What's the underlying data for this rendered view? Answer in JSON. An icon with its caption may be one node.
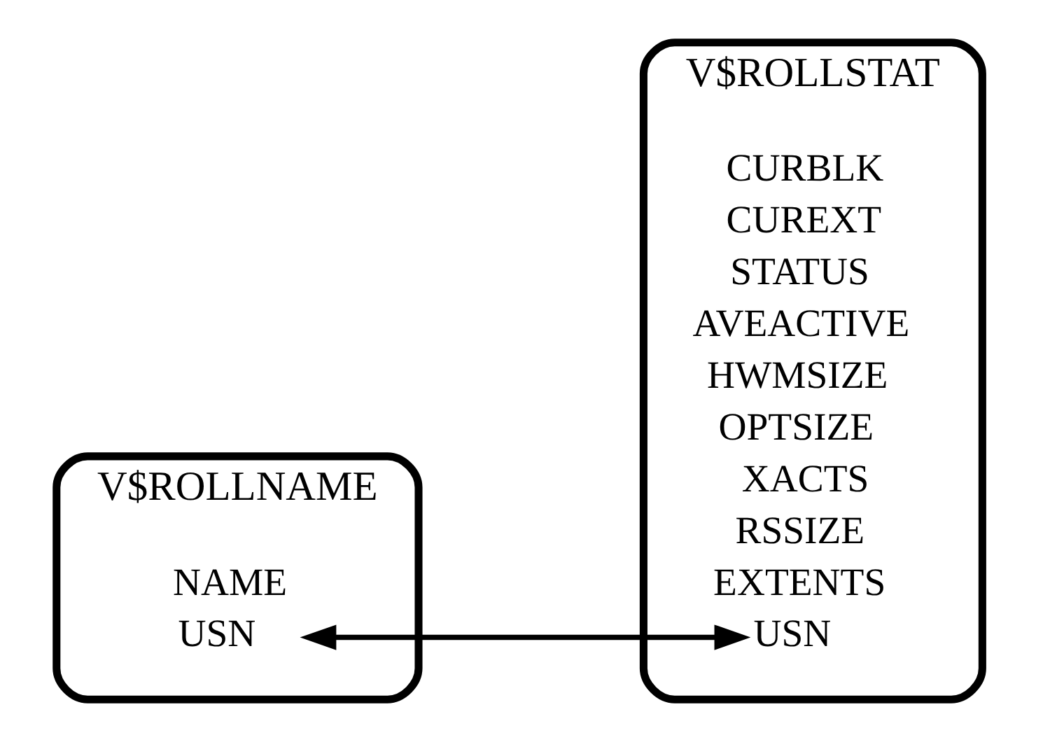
{
  "diagram": {
    "nodes": [
      {
        "text": [
          "V$ROLLNAME"
        ]
      },
      {
        "text": [
          "USN"
        ],
        "in": 0
      },
      {
        "text": [
          "NAME"
        ],
        "in": 0
      },
      {
        "text": [
          "V$ROLLSTAT"
        ]
      },
      {
        "text": [
          "USN"
        ],
        "in": 3
      },
      {
        "text": [
          "EXTENTS"
        ],
        "in": 3
      },
      {
        "text": [
          "RSSIZE"
        ],
        "in": 3
      },
      {
        "text": [
          "XACTS"
        ],
        "in": 3
      },
      {
        "text": [
          "OPTSIZE"
        ],
        "in": 3
      },
      {
        "text": [
          "HWMSIZE"
        ],
        "in": 3
      },
      {
        "text": [
          "AVEACTIVE"
        ],
        "in": 3
      },
      {
        "text": [
          "STATUS"
        ],
        "in": 3
      },
      {
        "text": [
          "CUREXT"
        ],
        "in": 3
      },
      {
        "text": [
          "CURBLK"
        ],
        "in": 3
      }
    ],
    "edges": [
      {
        "from": 1,
        "to": 4,
        "arrow": "both"
      }
    ]
  }
}
